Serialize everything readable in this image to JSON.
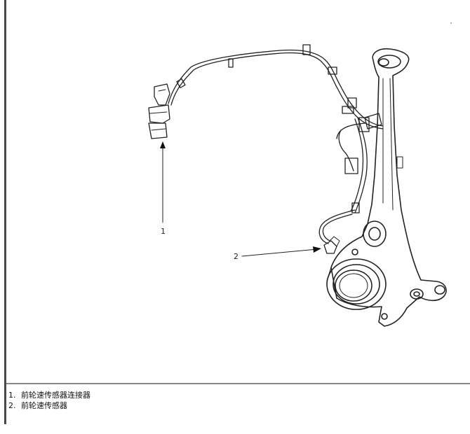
{
  "callouts": [
    {
      "number": "1"
    },
    {
      "number": "2"
    }
  ],
  "legend": [
    {
      "number": "1.",
      "text": "前轮速传感器连接器"
    },
    {
      "number": "2.",
      "text": "前轮速传感器"
    }
  ]
}
